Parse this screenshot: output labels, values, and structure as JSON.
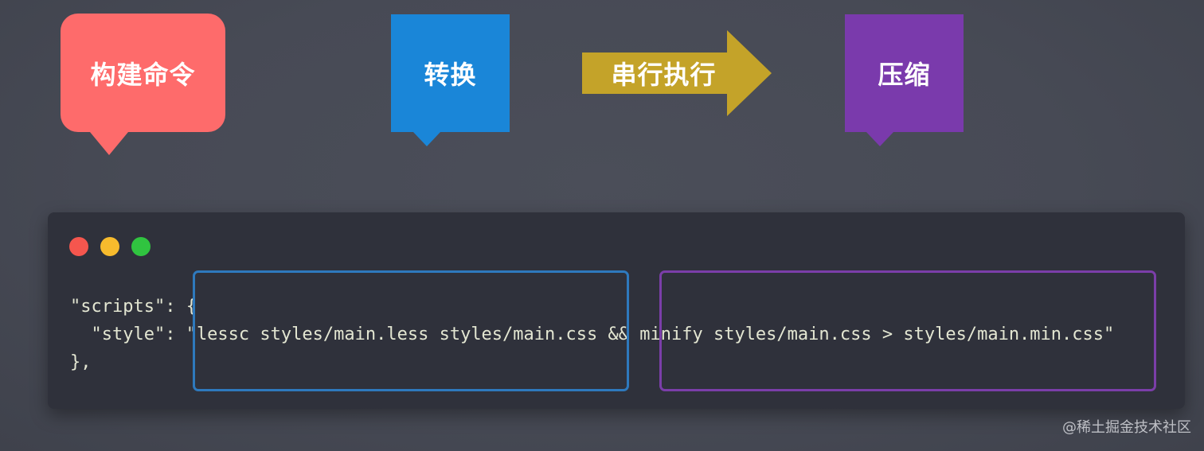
{
  "colors": {
    "background": "#474a55",
    "build_callout": "#fe6b6b",
    "convert_callout": "#1a86d8",
    "arrow": "#c4a329",
    "compress_callout": "#7a3aac",
    "code_background": "#2f313b",
    "code_text": "#e3e6d2",
    "highlight_blue": "#2e79bd",
    "highlight_purple": "#7b3ea9",
    "window_close": "#f5564e",
    "window_minimize": "#f7bb2d",
    "window_maximize": "#30c440"
  },
  "callouts": {
    "build": "构建命令",
    "convert": "转换",
    "compress": "压缩"
  },
  "arrow": {
    "label": "串行执行",
    "icon": "right-arrow-icon"
  },
  "code": {
    "line1": "\"scripts\": {",
    "line2": "  \"style\": \"lessc styles/main.less styles/main.css && minify styles/main.css > styles/main.min.css\"",
    "line3": "},"
  },
  "watermark": "@稀土掘金技术社区"
}
